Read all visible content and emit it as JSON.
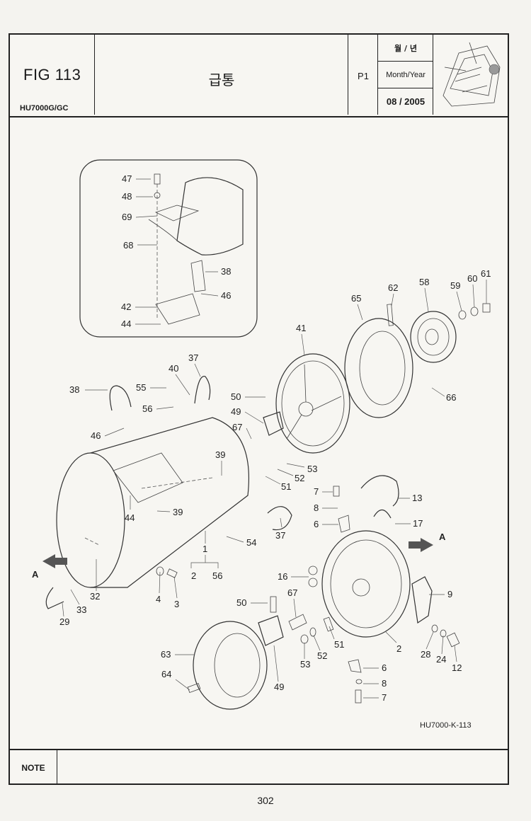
{
  "header": {
    "fig": "FIG 113",
    "model": "HU7000G/GC",
    "title": "급통",
    "page_code": "P1",
    "date_label_kr": "월 / 년",
    "date_label_en": "Month/Year",
    "date_value": "08 / 2005"
  },
  "diagram": {
    "reference": "HU7000-K-113",
    "callouts": {
      "c1": "47",
      "c2": "48",
      "c3": "69",
      "c4": "68",
      "c5": "38",
      "c6": "46",
      "c7": "42",
      "c8": "44",
      "c9": "62",
      "c10": "58",
      "c11": "59",
      "c12": "60",
      "c13": "61",
      "c14": "65",
      "c15": "41",
      "c16": "66",
      "c17": "37",
      "c18": "40",
      "c19": "38",
      "c20": "55",
      "c21": "56",
      "c22": "46",
      "c23": "50",
      "c24": "49",
      "c25": "67",
      "c26": "53",
      "c27": "52",
      "c28": "51",
      "c29": "39",
      "c30": "44",
      "c31": "39",
      "c32": "37",
      "c33": "54",
      "c34": "1",
      "c35": "2",
      "c36": "56",
      "c37": "4",
      "c38": "3",
      "c39": "32",
      "c40": "33",
      "c41": "29",
      "c42": "7",
      "c43": "8",
      "c44": "6",
      "c45": "13",
      "c46": "17",
      "c47": "16",
      "c48": "9",
      "c49": "50",
      "c50": "67",
      "c51": "51",
      "c52": "52",
      "c53": "53",
      "c54": "49",
      "c55": "63",
      "c56": "64",
      "c57": "2",
      "c58": "28",
      "c59": "24",
      "c60": "12",
      "c61": "6",
      "c62": "8",
      "c63": "7"
    },
    "arrows": {
      "left": "A",
      "right": "A"
    }
  },
  "note": {
    "label": "NOTE",
    "text": ""
  },
  "footer": {
    "page_number": "302"
  }
}
